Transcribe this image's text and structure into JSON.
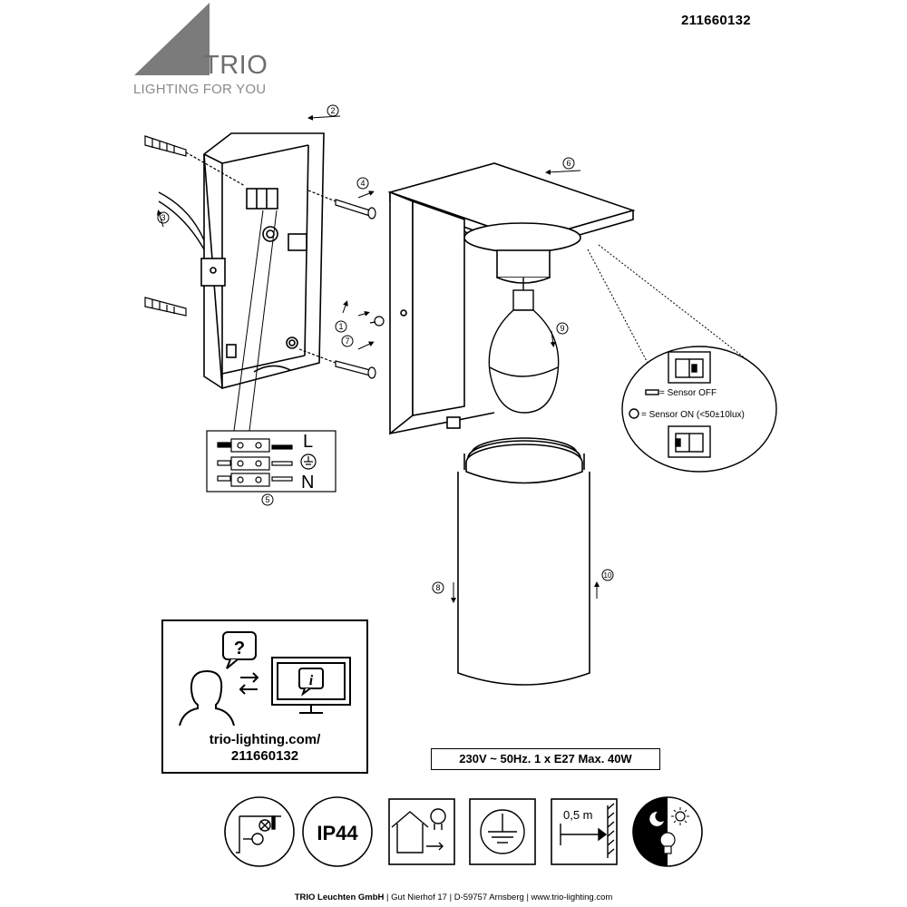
{
  "header": {
    "product_number": "211660132",
    "brand_name": "TRIO",
    "brand_tagline": "LIGHTING FOR YOU"
  },
  "steps": [
    "1",
    "2",
    "3",
    "4",
    "5",
    "6",
    "7",
    "8",
    "9",
    "10"
  ],
  "wiring": {
    "live_label": "L",
    "neutral_label": "N"
  },
  "sensor": {
    "off_label": "= Sensor OFF",
    "on_label": "= Sensor ON (<50±10lux)"
  },
  "info_box": {
    "url_line1": "trio-lighting.com/",
    "url_line2": "211660132"
  },
  "spec": "230V ~ 50Hz. 1 x E27 Max. 40W",
  "symbols": {
    "ip_rating": "IP44",
    "min_distance": "0,5 m"
  },
  "footer": {
    "company": "TRIO Leuchten GmbH",
    "street": "Gut Nierhof 17",
    "city": "D-59757 Arnsberg",
    "website": "www.trio-lighting.com",
    "separator": "|"
  },
  "icons": [
    "question-bubble-icon",
    "person-icon",
    "swap-arrows-icon",
    "monitor-info-icon",
    "ceiling-mount-no-icon",
    "indoor-outdoor-icon",
    "ground-earth-icon",
    "distance-icon",
    "day-night-sensor-icon"
  ]
}
